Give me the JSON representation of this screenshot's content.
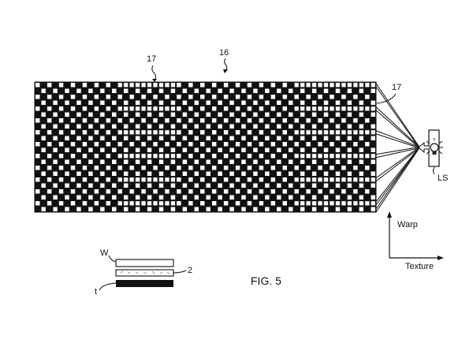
{
  "figure": {
    "caption": "FIG. 5",
    "labels": {
      "fabric": "16",
      "fiber_top": "17",
      "fiber_right": "17",
      "light_source": "LS",
      "warp_axis": "Warp",
      "texture_axis": "Texture",
      "layer_w": "W",
      "layer_2": "2",
      "layer_t": "t"
    },
    "weave": {
      "light_row_interval": 4,
      "light_column_regions": [
        [
          14,
          24
        ],
        [
          44,
          58
        ]
      ],
      "fiber_rows": [
        0,
        4,
        8,
        12,
        16,
        20,
        22
      ]
    },
    "colors": {
      "ink": "#111111",
      "paper": "#ffffff"
    }
  }
}
